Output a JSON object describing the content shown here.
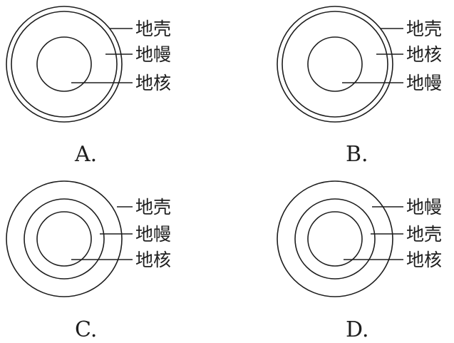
{
  "options": [
    {
      "letter": "A.",
      "labels": [
        "地壳",
        "地幔",
        "地核"
      ]
    },
    {
      "letter": "B.",
      "labels": [
        "地壳",
        "地核",
        "地幔"
      ]
    },
    {
      "letter": "C.",
      "labels": [
        "地壳",
        "地幔",
        "地核"
      ]
    },
    {
      "letter": "D.",
      "labels": [
        "地幔",
        "地壳",
        "地核"
      ]
    }
  ]
}
